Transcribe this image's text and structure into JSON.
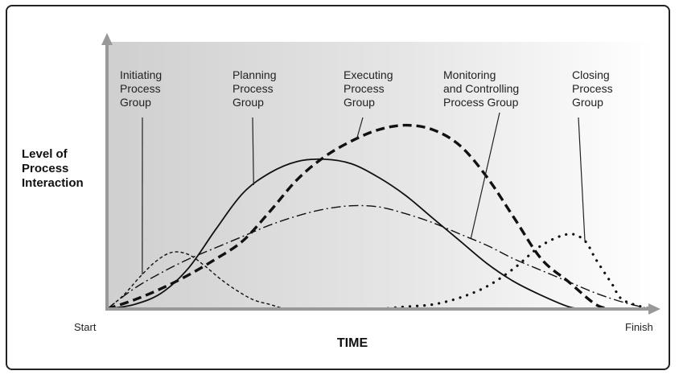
{
  "chart_data": {
    "type": "line",
    "ylabel": "Level of\nProcess\nInteraction",
    "xlabel": "TIME",
    "x_start_label": "Start",
    "x_finish_label": "Finish",
    "xlim": [
      0,
      100
    ],
    "ylim": [
      0,
      100
    ],
    "grid": false,
    "background": "gradient gray to white",
    "series": [
      {
        "name": "Initiating\nProcess\nGroup",
        "style": "dashed-fine",
        "x": [
          0,
          3,
          6,
          9,
          12,
          15,
          18,
          21,
          24,
          27,
          30,
          33,
          36
        ],
        "y": [
          0,
          6,
          14,
          21,
          25,
          24,
          19,
          13,
          8,
          4,
          2,
          0,
          0
        ]
      },
      {
        "name": "Planning\nProcess\nGroup",
        "style": "solid",
        "x": [
          0,
          5,
          10,
          15,
          20,
          25,
          30,
          35,
          40,
          45,
          50,
          55,
          60,
          65,
          70,
          75,
          80,
          85,
          88,
          90,
          94
        ],
        "y": [
          0,
          2,
          7,
          18,
          35,
          51,
          60,
          65,
          66,
          64,
          58,
          50,
          40,
          30,
          20,
          12,
          6,
          1,
          0,
          0,
          0
        ]
      },
      {
        "name": "Executing\nProcess\nGroup",
        "style": "dashed-heavy",
        "x": [
          0,
          5,
          10,
          15,
          20,
          25,
          30,
          35,
          40,
          45,
          50,
          55,
          60,
          65,
          70,
          75,
          80,
          85,
          90,
          93
        ],
        "y": [
          0,
          4,
          9,
          15,
          22,
          30,
          43,
          57,
          67,
          74,
          79,
          81,
          79,
          72,
          58,
          40,
          22,
          12,
          2,
          0
        ]
      },
      {
        "name": "Monitoring\nand Controlling\nProcess Group",
        "style": "dash-dot",
        "x": [
          0,
          5,
          10,
          15,
          20,
          25,
          30,
          35,
          40,
          45,
          50,
          55,
          60,
          65,
          70,
          75,
          80,
          85,
          90,
          95,
          100
        ],
        "y": [
          0,
          9,
          16,
          22,
          27,
          32,
          37,
          41,
          44,
          45.5,
          45,
          42,
          38,
          33,
          28,
          22,
          17,
          12,
          7,
          3,
          0
        ]
      },
      {
        "name": "Closing\nProcess\nGroup",
        "style": "dotted",
        "x": [
          45,
          50,
          55,
          60,
          65,
          70,
          75,
          80,
          85,
          88,
          90,
          93,
          95,
          100
        ],
        "y": [
          0,
          0,
          1,
          2,
          5,
          10,
          18,
          28,
          33,
          30,
          22,
          11,
          4,
          0
        ]
      }
    ]
  }
}
